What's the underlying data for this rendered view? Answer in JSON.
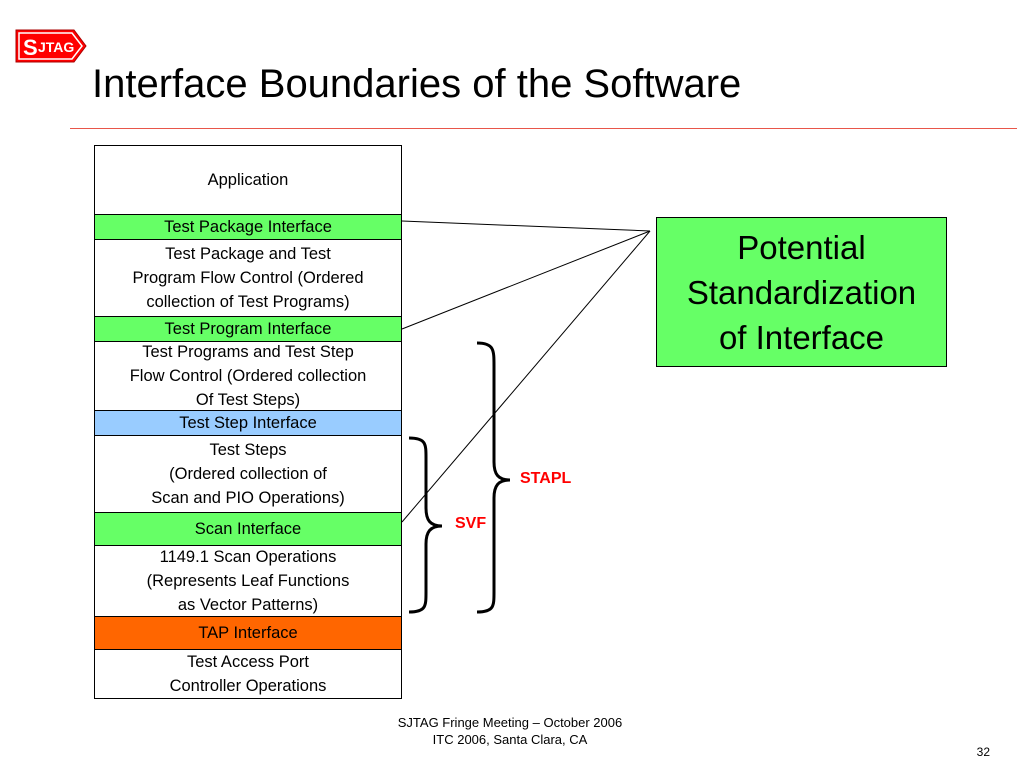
{
  "logo": {
    "text": "JTAG",
    "initial": "S",
    "fill": "#ff0000"
  },
  "slide": {
    "title": "Interface Boundaries of the Software"
  },
  "stack": {
    "layers": [
      {
        "text": "Application",
        "kind": "layer",
        "color": "#ffffff"
      },
      {
        "text": "Test Package Interface",
        "kind": "interface",
        "color": "#66ff66"
      },
      {
        "text": "Test Package and Test\nProgram Flow Control (Ordered\ncollection of Test Programs)",
        "kind": "layer",
        "color": "#ffffff"
      },
      {
        "text": "Test Program Interface",
        "kind": "interface",
        "color": "#66ff66"
      },
      {
        "text": "Test Programs and Test Step\nFlow Control (Ordered collection\nOf Test Steps)",
        "kind": "layer",
        "color": "#ffffff"
      },
      {
        "text": "Test Step Interface",
        "kind": "interface",
        "color": "#99ccff"
      },
      {
        "text": "Test Steps\n(Ordered collection of\nScan and PIO Operations)",
        "kind": "layer",
        "color": "#ffffff"
      },
      {
        "text": "Scan Interface",
        "kind": "interface",
        "color": "#66ff66"
      },
      {
        "text": "1149.1 Scan Operations\n(Represents Leaf Functions\nas Vector Patterns)",
        "kind": "layer",
        "color": "#ffffff"
      },
      {
        "text": "TAP Interface",
        "kind": "interface",
        "color": "#ff6600"
      },
      {
        "text": "Test Access Port\nController Operations",
        "kind": "layer",
        "color": "#ffffff"
      }
    ]
  },
  "callout": {
    "text": "Potential\nStandardization\nof Interface",
    "color": "#66ff66"
  },
  "braces": {
    "stapl": {
      "label": "STAPL",
      "color": "#ff0000"
    },
    "svf": {
      "label": "SVF",
      "color": "#ff0000"
    }
  },
  "footer": {
    "line": "SJTAG Fringe Meeting – October 2006\nITC 2006, Santa Clara, CA"
  },
  "page": {
    "number": "32"
  }
}
